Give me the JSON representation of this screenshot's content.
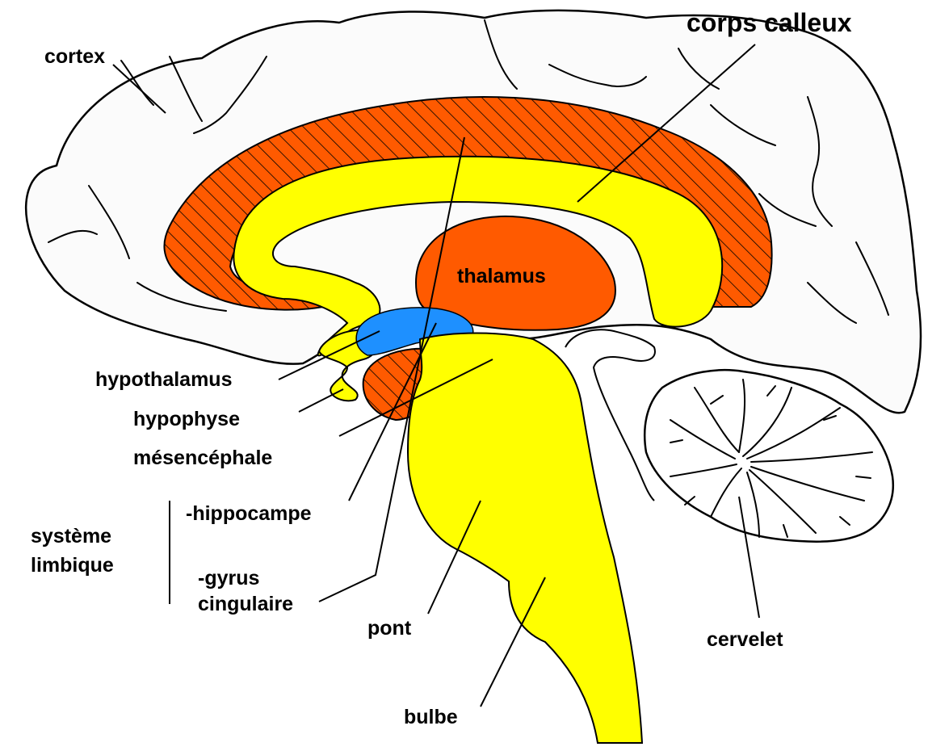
{
  "colors": {
    "outline": "#000000",
    "background": "#ffffff",
    "yellow": "#ffff00",
    "orange": "#ff5a00",
    "blue": "#1e90ff"
  },
  "labels": {
    "cortex": "cortex",
    "corps_calleux": "corps calleux",
    "thalamus": "thalamus",
    "hypothalamus": "hypothalamus",
    "hypophyse": "hypophyse",
    "mesencephale": "mésencéphale",
    "hippocampe": "-hippocampe",
    "gyrus_line1": "-gyrus",
    "gyrus_line2": "cingulaire",
    "systeme_line1": "système",
    "systeme_line2": "limbique",
    "pont": "pont",
    "bulbe": "bulbe",
    "cervelet": "cervelet"
  }
}
